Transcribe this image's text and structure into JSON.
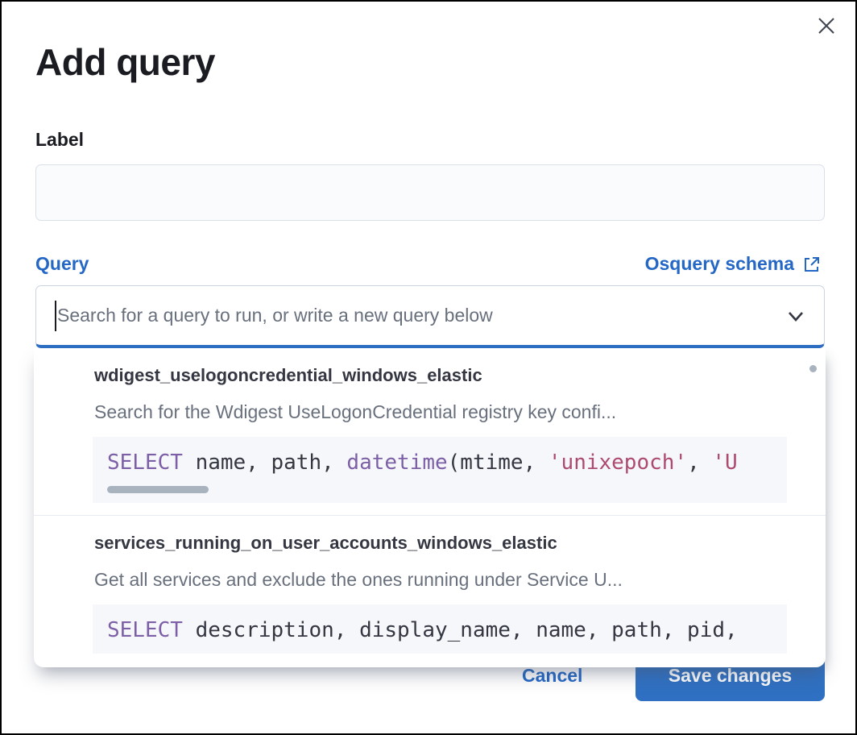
{
  "modal": {
    "title": "Add query",
    "label_field": {
      "label": "Label",
      "value": ""
    },
    "query_field": {
      "label": "Query",
      "schema_link_label": "Osquery schema",
      "search_placeholder": "Search for a query to run, or write a new query below",
      "search_value": ""
    },
    "dropdown": {
      "items": [
        {
          "title": "wdigest_uselogoncredential_windows_elastic",
          "description": "Search for the Wdigest UseLogonCredential registry key confi...",
          "code": [
            {
              "t": "SELECT",
              "type": "keyword"
            },
            {
              "t": " name, path, ",
              "type": "plain"
            },
            {
              "t": "datetime",
              "type": "keyword"
            },
            {
              "t": "(mtime, ",
              "type": "plain"
            },
            {
              "t": "'unixepoch'",
              "type": "string"
            },
            {
              "t": ", ",
              "type": "plain"
            },
            {
              "t": "'U",
              "type": "string"
            }
          ]
        },
        {
          "title": "services_running_on_user_accounts_windows_elastic",
          "description": "Get all services and exclude the ones running under Service U...",
          "code": [
            {
              "t": "SELECT",
              "type": "keyword"
            },
            {
              "t": " description, display_name, name, path, pid,",
              "type": "plain"
            }
          ]
        }
      ]
    },
    "footer": {
      "cancel_label": "Cancel",
      "save_label": "Save changes"
    }
  },
  "icons": {
    "close": "close-icon",
    "chevron_down": "chevron-down-icon",
    "external_link": "external-link-icon"
  },
  "colors": {
    "accent_blue": "#2e6fc4",
    "link_blue": "#2467c5",
    "button_blue": "#2f70c2",
    "title_text": "#1a1c21",
    "body_text": "#343741",
    "muted_text": "#69707d",
    "input_bg": "#f9fbfd",
    "code_bg": "#f5f7fa",
    "code_keyword": "#7c5fa6",
    "code_string": "#ad4a6d",
    "scrollbar": "#a9b2bf",
    "divider": "#e6eaf1",
    "frame": "#000000"
  }
}
